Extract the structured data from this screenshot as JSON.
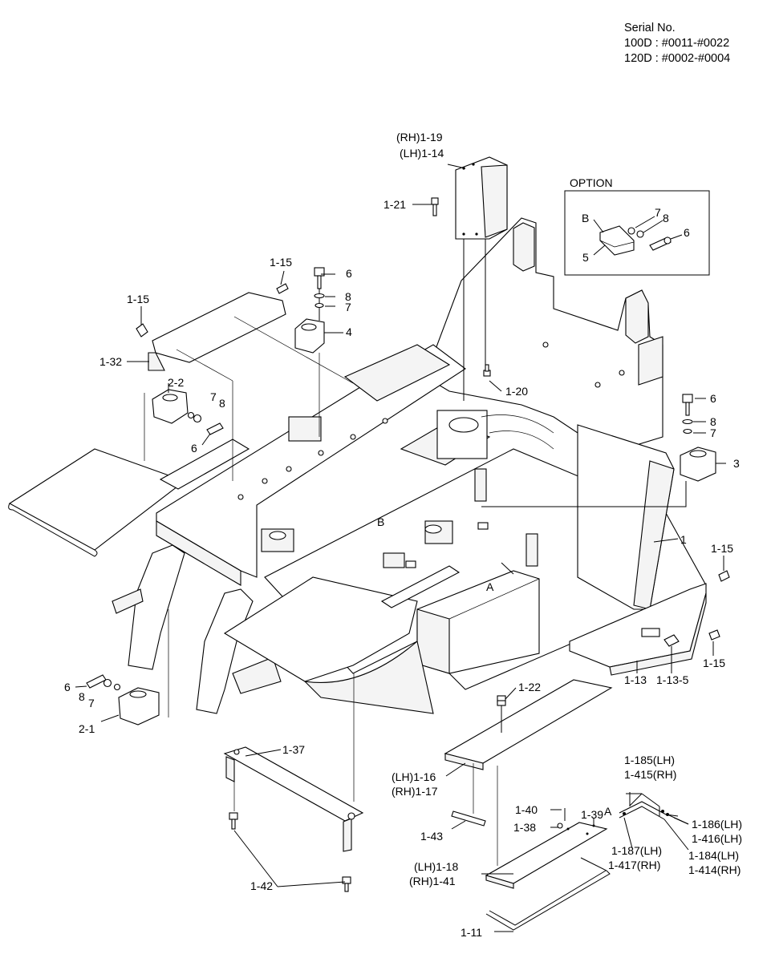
{
  "serial": {
    "title": "Serial No.",
    "line1": "100D : #0011-#0022",
    "line2": "120D : #0002-#0004"
  },
  "option_title": "OPTION",
  "labels": {
    "rh_1_19": "(RH)1-19",
    "lh_1_14": "(LH)1-14",
    "p1_21": "1-21",
    "p1_15_a": "1-15",
    "p6_a": "6",
    "p8_a": "8",
    "p7_a": "7",
    "p4": "4",
    "p1_15_b": "1-15",
    "p1_32": "1-32",
    "p2_2": "2-2",
    "p7_b": "7",
    "p8_b": "8",
    "p6_b": "6",
    "p1_20": "1-20",
    "opt_B": "B",
    "opt_7": "7",
    "opt_8": "8",
    "opt_6": "6",
    "opt_5": "5",
    "p6_c": "6",
    "p8_c": "8",
    "p7_c": "7",
    "p3": "3",
    "p1": "1",
    "p1_15_c": "1-15",
    "B": "B",
    "A": "A",
    "p1_15_d": "1-15",
    "p1_13": "1-13",
    "p1_13_5": "1-13-5",
    "p6_d": "6",
    "p8_d": "8",
    "p7_d": "7",
    "p2_1": "2-1",
    "p1_22": "1-22",
    "p1_37": "1-37",
    "lh_1_16": "(LH)1-16",
    "rh_1_17": "(RH)1-17",
    "p1_185": "1-185(LH)",
    "p1_415": "1-415(RH)",
    "p1_40": "1-40",
    "p1_39": "1-39",
    "A2": "A",
    "p1_38": "1-38",
    "p1_186": "1-186(LH)",
    "p1_416": "1-416(LH)",
    "p1_187": "1-187(LH)",
    "p1_417": "1-417(RH)",
    "p1_184": "1-184(LH)",
    "p1_414": "1-414(RH)",
    "p1_43": "1-43",
    "lh_1_18": "(LH)1-18",
    "rh_1_41": "(RH)1-41",
    "p1_42": "1-42",
    "p1_11": "1-11"
  }
}
